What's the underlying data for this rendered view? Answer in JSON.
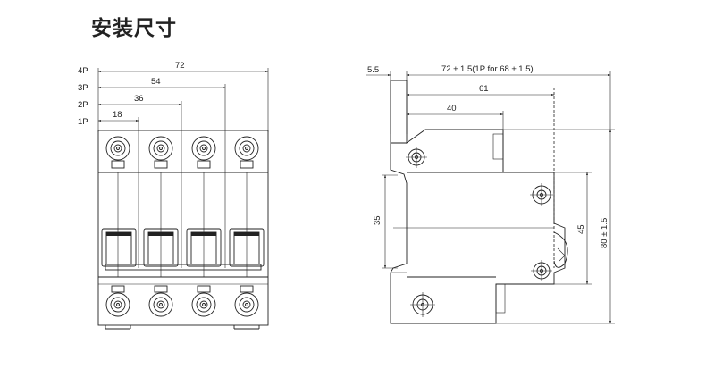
{
  "title": "安装尺寸",
  "front_view": {
    "pole_labels": [
      "4P",
      "3P",
      "2P",
      "1P"
    ],
    "widths": [
      "72",
      "54",
      "36",
      "18"
    ]
  },
  "side_view": {
    "dim_top_offset": "5.5",
    "dim_total": "72 ± 1.5(1P for 68 ± 1.5)",
    "dim_61": "61",
    "dim_40": "40",
    "dim_35": "35",
    "dim_45": "45",
    "dim_80": "80 ± 1.5"
  }
}
